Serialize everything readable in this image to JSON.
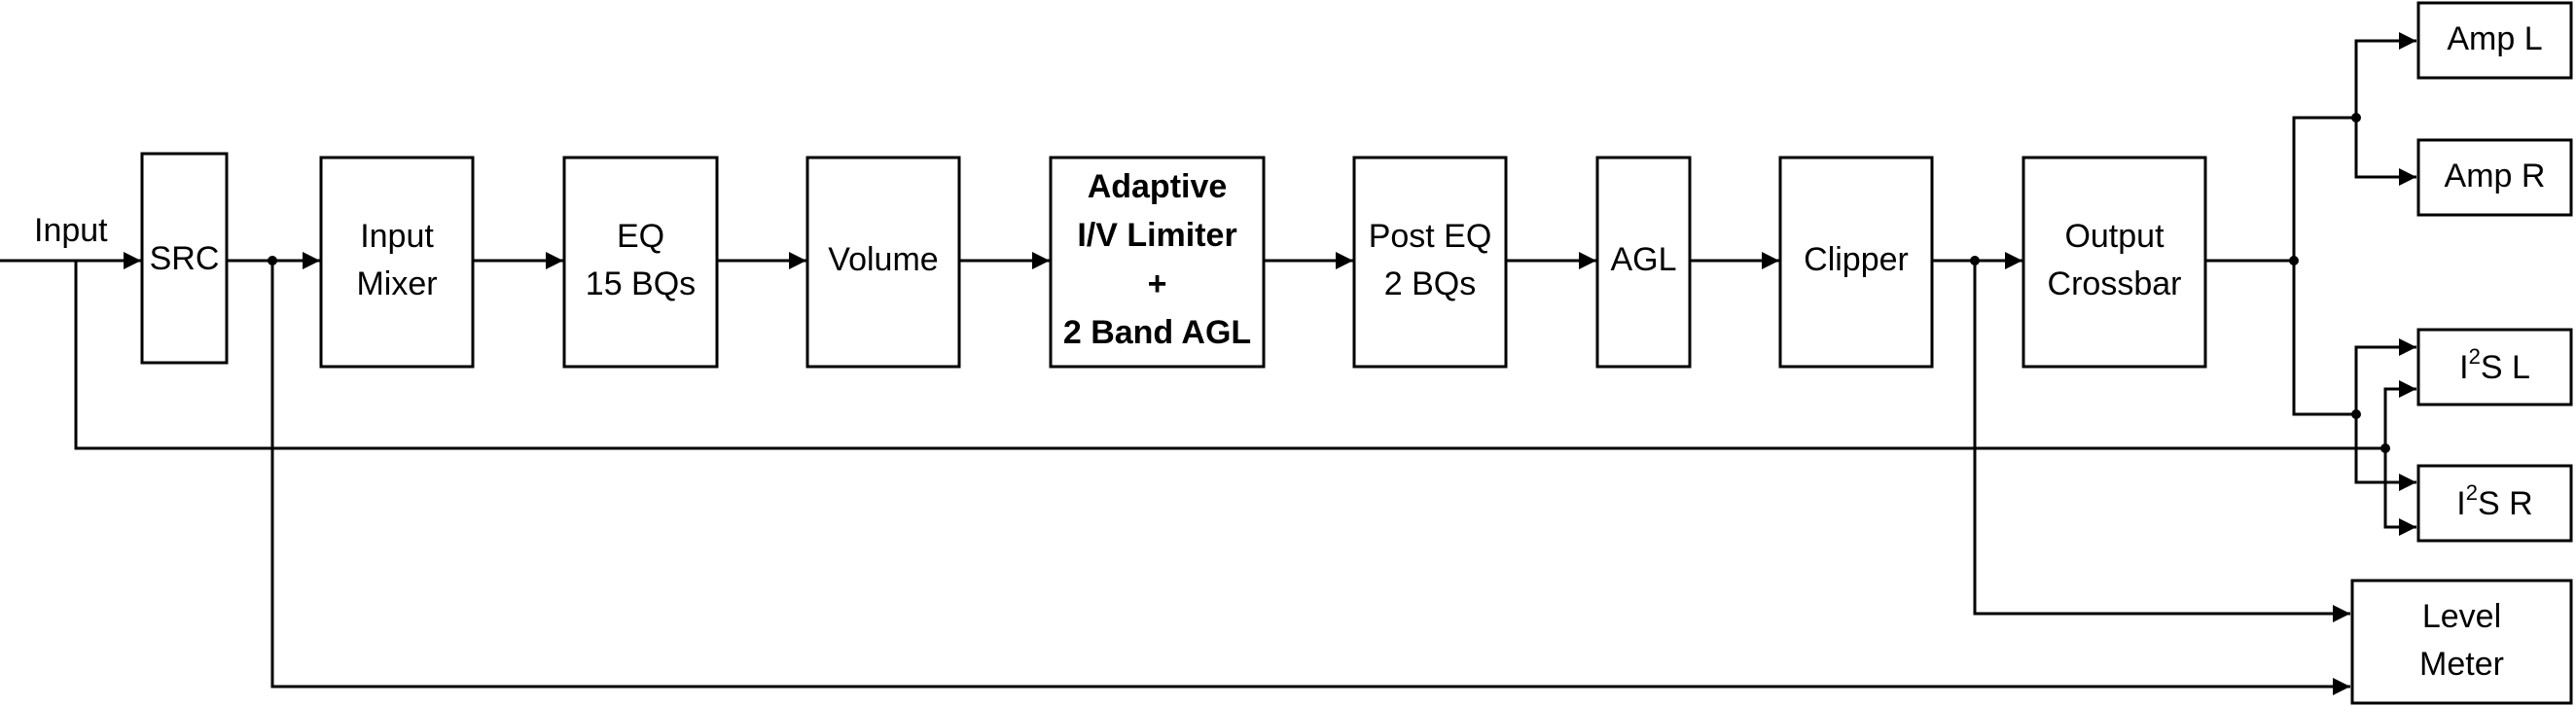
{
  "diagram": {
    "input_label": "Input",
    "blocks": {
      "src": {
        "lines": [
          "SRC"
        ]
      },
      "input_mixer": {
        "lines": [
          "Input",
          "Mixer"
        ]
      },
      "eq": {
        "lines": [
          "EQ",
          "15 BQs"
        ]
      },
      "volume": {
        "lines": [
          "Volume"
        ]
      },
      "limiter": {
        "lines": [
          "Adaptive",
          "I/V Limiter",
          "+",
          "2 Band AGL"
        ]
      },
      "post_eq": {
        "lines": [
          "Post EQ",
          "2 BQs"
        ]
      },
      "agl": {
        "lines": [
          "AGL"
        ]
      },
      "clipper": {
        "lines": [
          "Clipper"
        ]
      },
      "output_crossbar": {
        "lines": [
          "Output",
          "Crossbar"
        ]
      },
      "amp_l": {
        "lines": [
          "Amp L"
        ]
      },
      "amp_r": {
        "lines": [
          "Amp R"
        ]
      },
      "i2s_l": {
        "prefix": "I",
        "superscript": "2",
        "suffix": "S L"
      },
      "i2s_r": {
        "prefix": "I",
        "superscript": "2",
        "suffix": "S R"
      },
      "level_meter": {
        "lines": [
          "Level",
          "Meter"
        ]
      }
    }
  }
}
